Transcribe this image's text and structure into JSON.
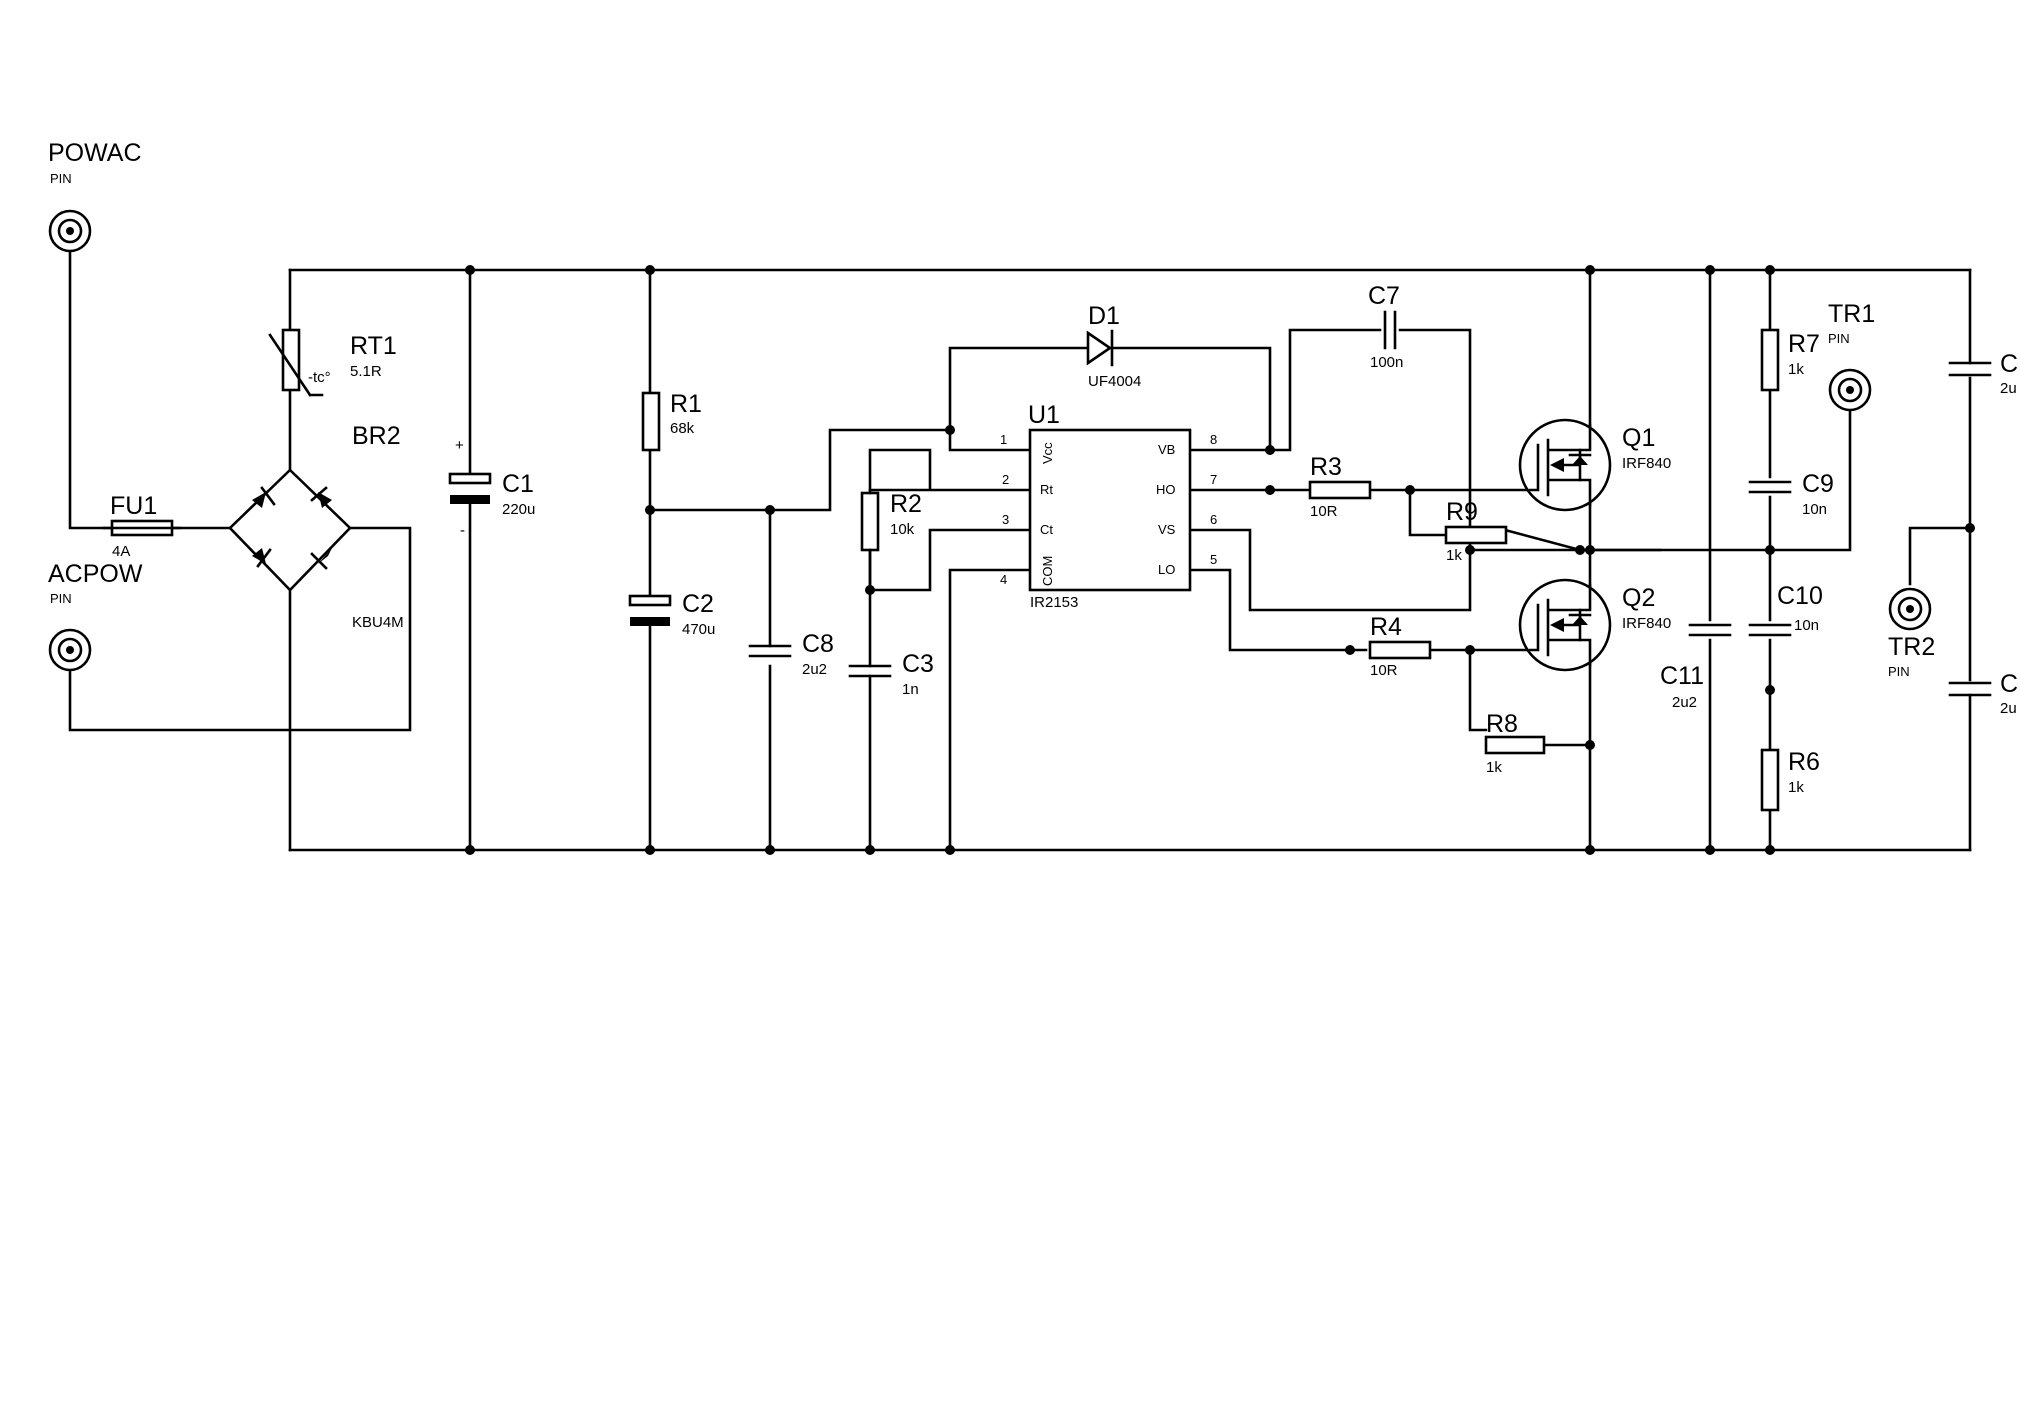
{
  "components": {
    "powac": {
      "ref": "POWAC",
      "value": "PIN"
    },
    "acpow": {
      "ref": "ACPOW",
      "value": "PIN"
    },
    "fu1": {
      "ref": "FU1",
      "value": "4A"
    },
    "rt1": {
      "ref": "RT1",
      "value": "5.1R",
      "symbol": "-tc°"
    },
    "br2": {
      "ref": "BR2",
      "value": "KBU4M"
    },
    "c1": {
      "ref": "C1",
      "value": "220u",
      "plus": "+",
      "minus": "-"
    },
    "r1": {
      "ref": "R1",
      "value": "68k"
    },
    "c2": {
      "ref": "C2",
      "value": "470u"
    },
    "c8": {
      "ref": "C8",
      "value": "2u2"
    },
    "r2": {
      "ref": "R2",
      "value": "10k"
    },
    "c3": {
      "ref": "C3",
      "value": "1n"
    },
    "d1": {
      "ref": "D1",
      "value": "UF4004"
    },
    "u1": {
      "ref": "U1",
      "value": "IR2153"
    },
    "c7": {
      "ref": "C7",
      "value": "100n"
    },
    "r3": {
      "ref": "R3",
      "value": "10R"
    },
    "r9": {
      "ref": "R9",
      "value": "1k"
    },
    "r4": {
      "ref": "R4",
      "value": "10R"
    },
    "r8": {
      "ref": "R8",
      "value": "1k"
    },
    "q1": {
      "ref": "Q1",
      "value": "IRF840"
    },
    "q2": {
      "ref": "Q2",
      "value": "IRF840"
    },
    "c11": {
      "ref": "C11",
      "value": "2u2"
    },
    "r7": {
      "ref": "R7",
      "value": "1k"
    },
    "c9": {
      "ref": "C9",
      "value": "10n"
    },
    "c10": {
      "ref": "C10",
      "value": "10n"
    },
    "r6": {
      "ref": "R6",
      "value": "1k"
    },
    "tr1": {
      "ref": "TR1",
      "value": "PIN"
    },
    "tr2": {
      "ref": "TR2",
      "value": "PIN"
    },
    "c_top": {
      "ref": "C",
      "value": "2u"
    },
    "c_bot": {
      "ref": "C",
      "value": "2u"
    }
  },
  "ic_pins": {
    "vcc": {
      "name": "Vcc",
      "num": "1"
    },
    "rt": {
      "name": "Rt",
      "num": "2"
    },
    "ct": {
      "name": "Ct",
      "num": "3"
    },
    "com": {
      "name": "COM",
      "num": "4"
    },
    "vb": {
      "name": "VB",
      "num": "8"
    },
    "ho": {
      "name": "HO",
      "num": "7"
    },
    "vs": {
      "name": "VS",
      "num": "6"
    },
    "lo": {
      "name": "LO",
      "num": "5"
    }
  }
}
